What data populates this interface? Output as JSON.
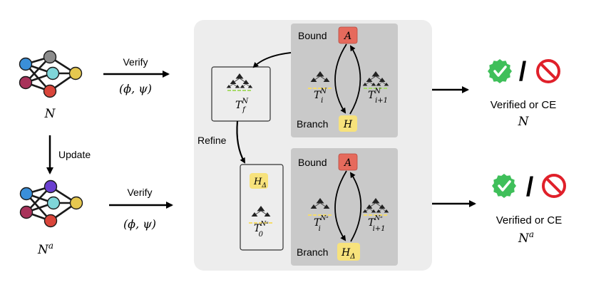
{
  "network": {
    "original_label": "N",
    "updated_label": "N",
    "updated_sup": "a"
  },
  "edges": {
    "verify_top": "Verify",
    "spec_top": "(ϕ, ψ)",
    "verify_bottom": "Verify",
    "spec_bottom": "(ϕ, ψ)",
    "update": "Update",
    "refine": "Refine"
  },
  "top_panel": {
    "bound": "Bound",
    "branch": "Branch",
    "bound_node": "A",
    "branch_node": "H",
    "tree_i": "T",
    "tree_i_sup": "N",
    "tree_i_sub": "i",
    "tree_i1": "T",
    "tree_i1_sup": "N",
    "tree_i1_sub": "i+1"
  },
  "bottom_panel": {
    "bound": "Bound",
    "branch": "Branch",
    "bound_node": "A",
    "branch_node": "H",
    "branch_node_sub": "Δ",
    "tree_i": "T",
    "tree_i_sup": "Nᵃ",
    "tree_i_sub": "i",
    "tree_i1": "T",
    "tree_i1_sup": "Nᵃ",
    "tree_i1_sub": "i+1"
  },
  "final_tree": {
    "label": "T",
    "sup": "N",
    "sub": "f"
  },
  "refined_tree": {
    "h_label": "H",
    "h_sub": "Δ",
    "label": "T",
    "sup": "Nᵃ",
    "sub": "0"
  },
  "results": {
    "top_text": "Verified or CE",
    "top_net": "N",
    "bottom_text": "Verified or CE",
    "bottom_net": "N",
    "bottom_net_sup": "a",
    "slash": "/"
  },
  "colors": {
    "panel_bg": "#ededed",
    "sub_panel_bg": "#c9c9c9",
    "bound_node": "#e66a5c",
    "branch_node": "#f7e27c",
    "check": "#3fbf5a",
    "ban": "#e0202a",
    "node_blue": "#3a8fd9",
    "node_gray": "#8c8c8c",
    "node_teal": "#7fd6d9",
    "node_yellow": "#e6c84f",
    "node_maroon": "#a8325a",
    "node_red": "#d9453a",
    "node_purple": "#6a3fd0",
    "tree_green": "#a8d96a",
    "tree_yellow": "#f5dc6a"
  }
}
